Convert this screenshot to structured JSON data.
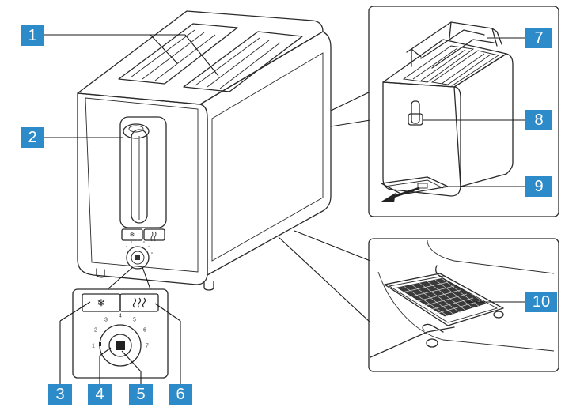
{
  "accent_color": "#2e8bc9",
  "callouts": [
    {
      "id": "1",
      "label": "1"
    },
    {
      "id": "2",
      "label": "2"
    },
    {
      "id": "3",
      "label": "3"
    },
    {
      "id": "4",
      "label": "4"
    },
    {
      "id": "5",
      "label": "5"
    },
    {
      "id": "6",
      "label": "6"
    },
    {
      "id": "7",
      "label": "7"
    },
    {
      "id": "8",
      "label": "8"
    },
    {
      "id": "9",
      "label": "9"
    },
    {
      "id": "10",
      "label": "10"
    }
  ],
  "control_panel": {
    "defrost_icon": "snowflake-icon",
    "reheat_icon": "heat-waves-icon",
    "stop_icon": "square-icon",
    "dial_numbers": [
      "1",
      "2",
      "3",
      "4",
      "5",
      "6",
      "7"
    ]
  }
}
